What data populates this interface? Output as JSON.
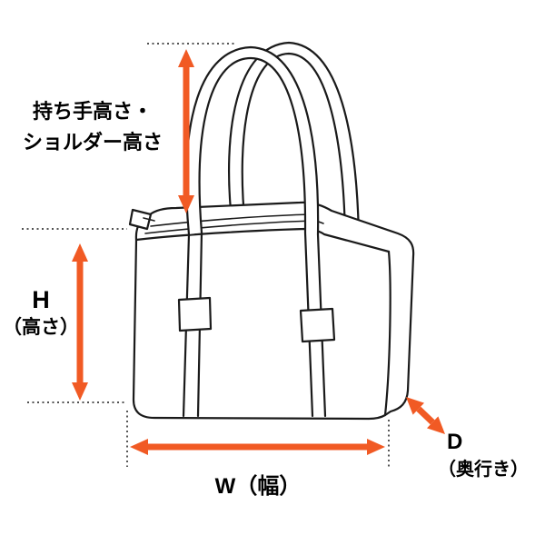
{
  "page": {
    "background": "#ffffff",
    "description": "Bag size measurement guide diagram"
  },
  "colors": {
    "arrow": "#F15A24",
    "outline": "#1a1a1a",
    "dotted_line": "#3a3a3a"
  },
  "labels": {
    "handle_height": {
      "line1": "持ち手高さ・",
      "line2": "ショルダー高さ"
    },
    "height": {
      "letter": "H",
      "caption": "（高さ）"
    },
    "width": {
      "text": "W（幅）"
    },
    "depth": {
      "letter": "D",
      "caption": "（奥行き）"
    }
  }
}
